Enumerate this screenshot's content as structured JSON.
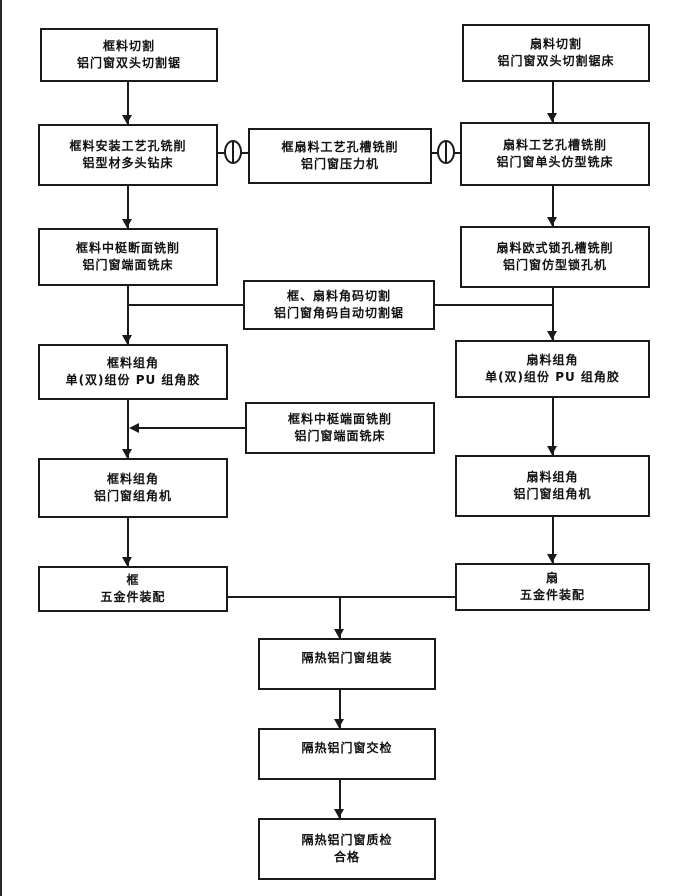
{
  "nodes": {
    "frame_cut": {
      "line1": "框料切割",
      "line2": "铝门窗双头切割锯"
    },
    "sash_cut": {
      "line1": "扇料切割",
      "line2": "铝门窗双头切割锯床"
    },
    "frame_process_hole": {
      "line1": "框料安装工艺孔铣削",
      "line2": "铝型材多头钻床"
    },
    "frame_sash_slot": {
      "line1": "框扇料工艺孔槽铣削",
      "line2": "铝门窗压力机"
    },
    "sash_slot": {
      "line1": "扇料工艺孔槽铣削",
      "line2": "铝门窗单头仿型铣床"
    },
    "frame_mullion_section": {
      "line1": "框料中梃断面铣削",
      "line2": "铝门窗端面铣床"
    },
    "sash_lock_slot": {
      "line1": "扇料欧式锁孔槽铣削",
      "line2": "铝门窗仿型锁孔机"
    },
    "corner_key_cut": {
      "line1": "框、扇料角码切割",
      "line2": "铝门窗角码自动切割锯"
    },
    "frame_corner_glue": {
      "line1": "框料组角",
      "line2": "单(双)组份 PU 组角胶"
    },
    "sash_corner_glue": {
      "line1": "扇料组角",
      "line2": "单(双)组份 PU 组角胶"
    },
    "frame_mullion_end": {
      "line1": "框料中梃端面铣削",
      "line2": "铝门窗端面铣床"
    },
    "frame_corner_machine": {
      "line1": "框料组角",
      "line2": "铝门窗组角机"
    },
    "sash_corner_machine": {
      "line1": "扇料组角",
      "line2": "铝门窗组角机"
    },
    "frame_hardware": {
      "line1": "框",
      "line2": "五金件装配"
    },
    "sash_hardware": {
      "line1": "扇",
      "line2": "五金件装配"
    },
    "window_assembly": {
      "line1": "隔热铝门窗组装",
      "line2": ""
    },
    "window_inspection": {
      "line1": "隔热铝门窗交检",
      "line2": ""
    },
    "window_quality": {
      "line1": "隔热铝门窗质检",
      "line2": "合格"
    }
  },
  "edges": [
    {
      "from": "frame_cut",
      "to": "frame_process_hole"
    },
    {
      "from": "sash_cut",
      "to": "sash_slot"
    },
    {
      "from": "frame_process_hole",
      "to": "frame_sash_slot",
      "type": "junction"
    },
    {
      "from": "frame_sash_slot",
      "to": "sash_slot",
      "type": "junction"
    },
    {
      "from": "frame_process_hole",
      "to": "frame_mullion_section"
    },
    {
      "from": "sash_slot",
      "to": "sash_lock_slot"
    },
    {
      "from": "frame_mullion_section",
      "to": "frame_corner_glue"
    },
    {
      "from": "sash_lock_slot",
      "to": "sash_corner_glue"
    },
    {
      "from": "corner_key_cut",
      "to": "frame_corner_glue"
    },
    {
      "from": "corner_key_cut",
      "to": "sash_corner_glue"
    },
    {
      "from": "frame_corner_glue",
      "to": "frame_corner_machine"
    },
    {
      "from": "frame_mullion_end",
      "to": "frame_corner_machine"
    },
    {
      "from": "sash_corner_glue",
      "to": "sash_corner_machine"
    },
    {
      "from": "frame_corner_machine",
      "to": "frame_hardware"
    },
    {
      "from": "sash_corner_machine",
      "to": "sash_hardware"
    },
    {
      "from": "frame_hardware",
      "to": "window_assembly"
    },
    {
      "from": "sash_hardware",
      "to": "window_assembly"
    },
    {
      "from": "window_assembly",
      "to": "window_inspection"
    },
    {
      "from": "window_inspection",
      "to": "window_quality"
    }
  ],
  "colors": {
    "line": "#1a1a1a",
    "box_border": "#1a1a1a",
    "background": "#ffffff",
    "text": "#111111"
  }
}
